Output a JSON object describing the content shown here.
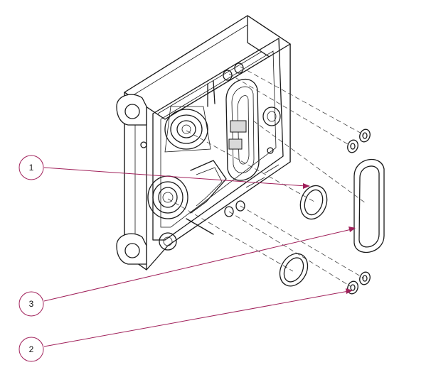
{
  "diagram": {
    "type": "exploded-assembly-view",
    "parts": [
      {
        "id": "balloon-1",
        "label": "1"
      },
      {
        "id": "balloon-3",
        "label": "3"
      },
      {
        "id": "balloon-2",
        "label": "2"
      }
    ],
    "colors": {
      "line": "#1a1a1a",
      "leader": "#a0205a",
      "background": "#ffffff"
    }
  }
}
